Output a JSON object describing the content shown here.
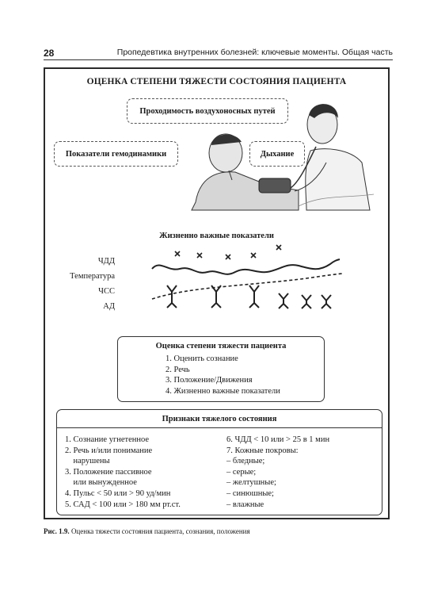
{
  "header": {
    "page_number": "28",
    "running_title": "Пропедевтика внутренних болезней: ключевые моменты. Общая часть"
  },
  "figure": {
    "title": "ОЦЕНКА СТЕПЕНИ ТЯЖЕСТИ СОСТОЯНИЯ ПАЦИЕНТА",
    "bubbles": {
      "airway": "Проходимость воздухоносных путей",
      "hemodynamics": "Показатели гемодинамики",
      "breathing": "Дыхание"
    },
    "vitals": {
      "title": "Жизненно важные показатели",
      "labels": [
        "ЧДД",
        "Температура",
        "ЧСС",
        "АД"
      ]
    },
    "assessment": {
      "title": "Оценка степени тяжести пациента",
      "items": [
        "1. Оценить сознание",
        "2. Речь",
        "3. Положение/Движения",
        "4. Жизненно важные показатели"
      ]
    },
    "signs": {
      "title": "Признаки тяжелого состояния",
      "left": [
        "1. Сознание угнетенное",
        "2. Речь и/или понимание",
        "    нарушены",
        "3. Положение пассивное",
        "    или вынужденное",
        "4. Пульс < 50 или > 90 уд/мин",
        "5. САД < 100 или > 180 мм рт.ст."
      ],
      "right": [
        "6. ЧДД < 10 или > 25 в 1 мин",
        "7. Кожные покровы:",
        "– бледные;",
        "– серые;",
        "– желтушные;",
        "– синюшные;",
        "– влажные"
      ]
    }
  },
  "caption": {
    "label": "Рис. 1.9.",
    "text": " Оценка тяжести состояния пациента, сознания, положения"
  }
}
